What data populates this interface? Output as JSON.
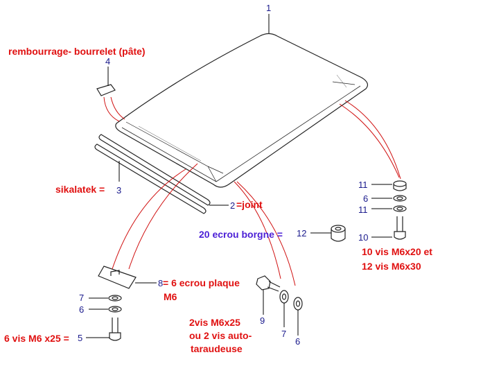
{
  "colors": {
    "annotation_red": "#e01010",
    "part_number_blue": "#1a1a8c",
    "annotation_purple": "#4b1fd6"
  },
  "part_numbers": {
    "p1": "1",
    "p2": "2",
    "p3": "3",
    "p4": "4",
    "p5": "5",
    "p6a": "6",
    "p6b": "6",
    "p6c": "6",
    "p7a": "7",
    "p7b": "7",
    "p8": "8",
    "p9": "9",
    "p10": "10",
    "p11a": "11",
    "p11b": "11",
    "p12": "12"
  },
  "annotations": {
    "padding": "rembourrage- bourrelet (pâte)",
    "sikalatek": "sikalatek =",
    "joint": "=joint",
    "cap_nut": "20 ecrou borgne =",
    "screws_right_1": "10 vis M6x20 et",
    "screws_right_2": "12 vis M6x30",
    "plate_nut_1": "= 6 ecrou plaque",
    "plate_nut_2": "M6",
    "screws_left": "6 vis M6 x25 =",
    "screws_mid_1": "2vis M6x25",
    "screws_mid_2": "ou 2 vis auto-",
    "screws_mid_3": "taraudeuse"
  }
}
